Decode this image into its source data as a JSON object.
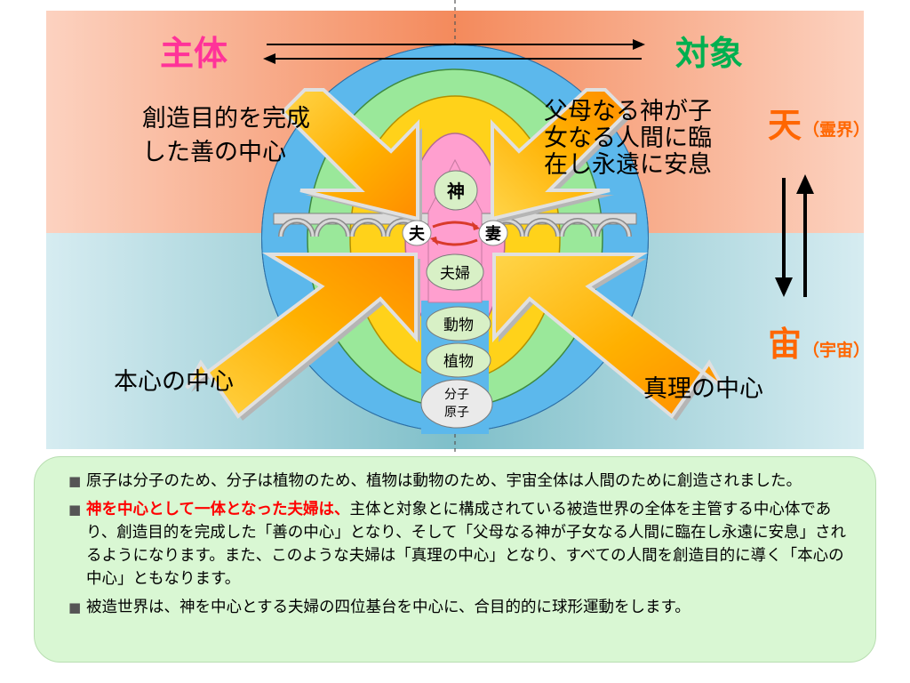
{
  "diagram": {
    "subject": "主体",
    "object": "対象",
    "top_left_text": [
      "創造目的を完成",
      "した善の中心"
    ],
    "top_right_text": [
      "父母なる神が子",
      "女なる人間に臨",
      "在し永遠に安息"
    ],
    "bottom_left_text": "本心の中心",
    "bottom_right_text": "真理の中心",
    "heaven": "天",
    "heaven_sub": "（霊界）",
    "cosmos": "宙",
    "cosmos_sub": "（宇宙）",
    "center": {
      "god": "神",
      "husband": "夫",
      "wife": "妻",
      "couple": "夫婦",
      "animals": "動物",
      "plants": "植物",
      "molecules": "分子",
      "atoms": "原子"
    },
    "colors": {
      "subject": "#ff3399",
      "object": "#00b050",
      "heaven": "#ff6600",
      "arrows": "#ffc000",
      "sphere": "#5cb8ec"
    }
  },
  "notes": {
    "bullet": "■",
    "n1": "原子は分子のため、分子は植物のため、植物は動物のため、宇宙全体は人間のために創造されました。",
    "n2_emph": "神を中心として一体となった夫婦は、",
    "n2_rest": "主体と対象とに構成されている被造世界の全体を主管する中心体であり、創造目的を完成した「善の中心」となり、そして「父母なる神が子女なる人間に臨在し永遠に安息」されるようになります。また、このような夫婦は「真理の中心」となり、すべての人間を創造目的に導く「本心の中心」ともなります。",
    "n3": "被造世界は、神を中心とする夫婦の四位基台を中心に、合目的的に球形運動をします。"
  }
}
